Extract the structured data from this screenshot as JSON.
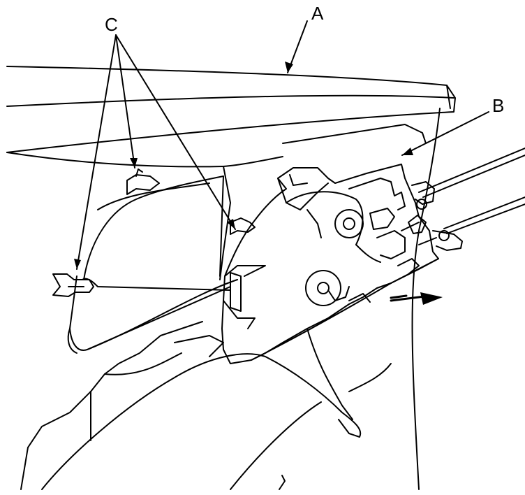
{
  "callouts": {
    "a": "A",
    "b": "B",
    "c": "C"
  },
  "colors": {
    "ink": "#000000",
    "paper": "#ffffff"
  },
  "icons": [
    "direction-arrow-icon",
    "hinge-clip-icon"
  ]
}
